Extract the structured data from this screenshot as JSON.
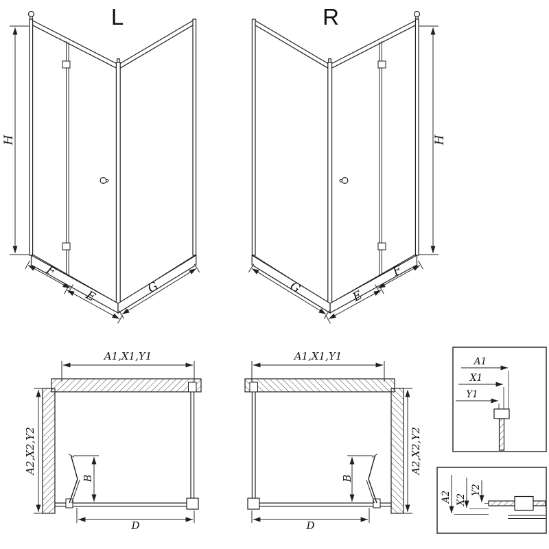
{
  "drawing": {
    "left_3d": {
      "variant_label": "L",
      "height_label": "H",
      "f_label": "F",
      "e_label": "E",
      "g_label": "G"
    },
    "right_3d": {
      "variant_label": "R",
      "height_label": "H",
      "f_label": "F",
      "e_label": "E",
      "g_label": "G"
    },
    "left_plan": {
      "width_label": "A1,X1,Y1",
      "depth_label": "A2,X2,Y2",
      "fold_depth_label": "B",
      "door_width_label": "D"
    },
    "right_plan": {
      "width_label": "A1,X1,Y1",
      "depth_label": "A2,X2,Y2",
      "fold_depth_label": "B",
      "door_width_label": "D"
    },
    "detail_top": {
      "a1_label": "A1",
      "x1_label": "X1",
      "y1_label": "Y1"
    },
    "detail_bottom": {
      "a2_label": "A2",
      "x2_label": "X2",
      "y2_label": "Y2"
    }
  },
  "colors": {
    "line": "#1f1f1f",
    "background": "#ffffff"
  }
}
